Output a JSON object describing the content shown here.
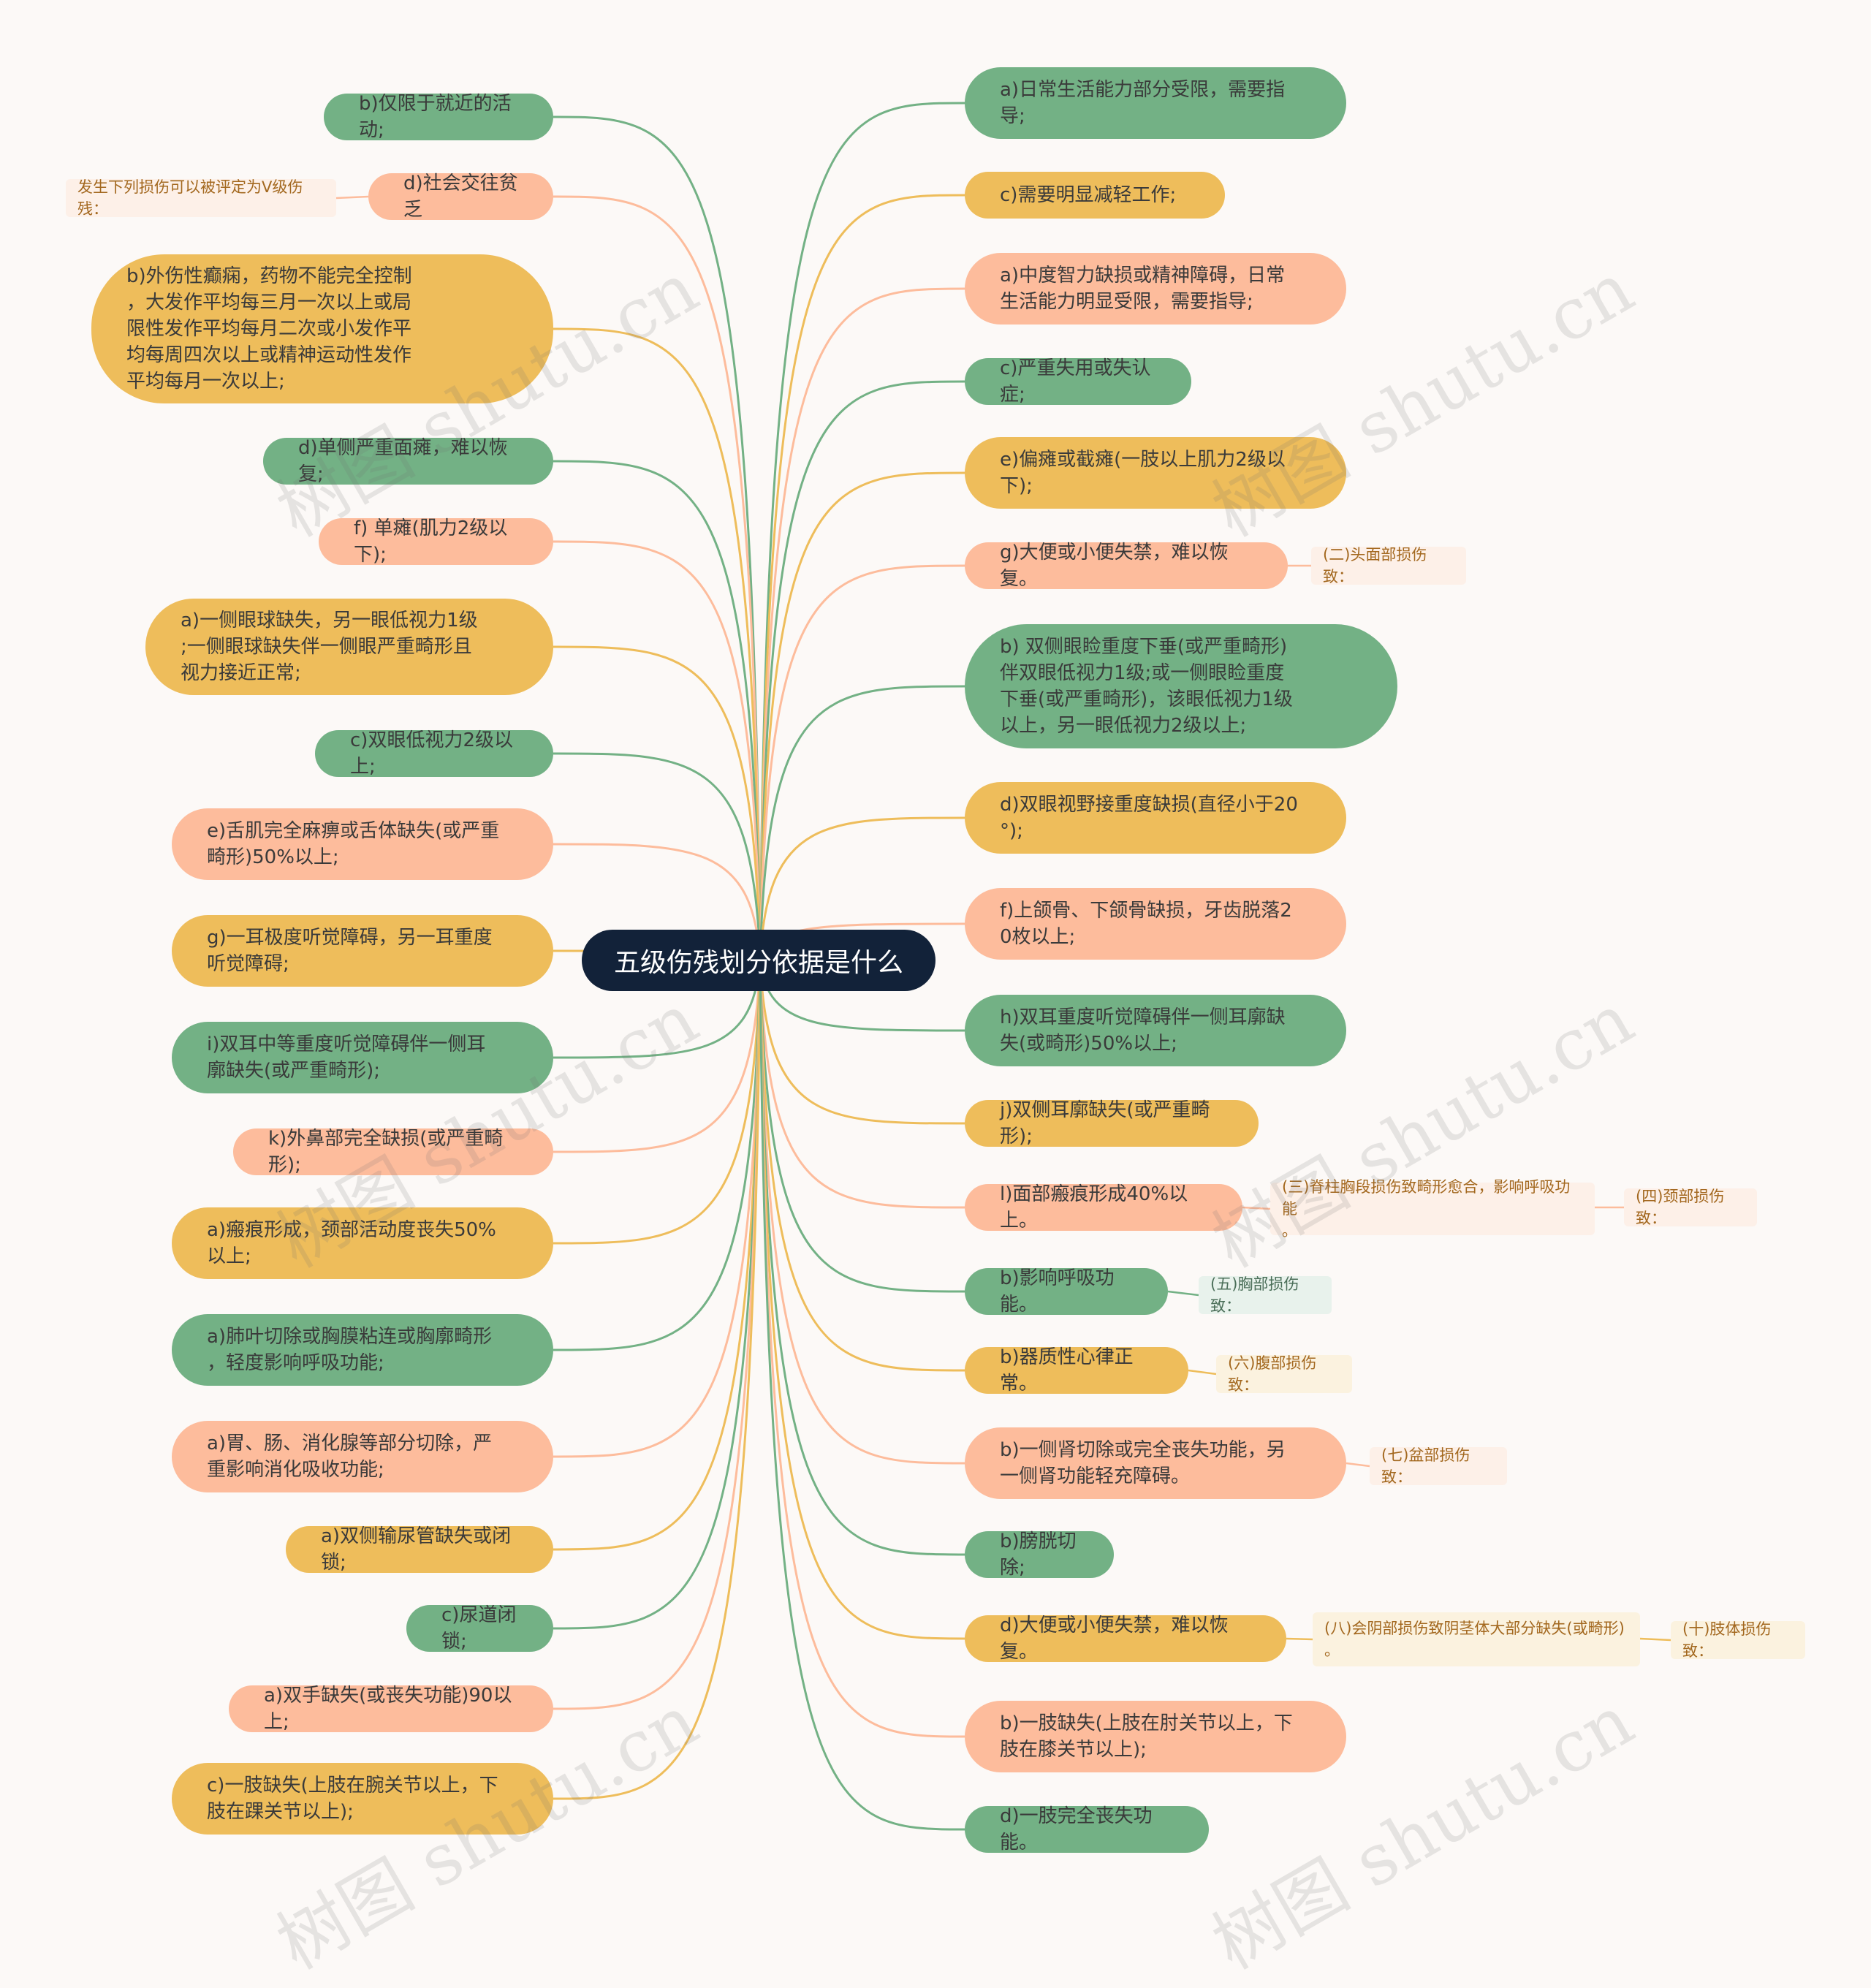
{
  "root": "五级伤残划分依据是什么",
  "left_nodes": [
    {
      "text": "b)仅限于就近的活动;",
      "color": "g"
    },
    {
      "text": "d)社会交往贫乏",
      "color": "p"
    },
    {
      "text": "b)外伤性癫痫，药物不能完全控制\n，大发作平均每三月一次以上或局\n限性发作平均每月二次或小发作平\n均每周四次以上或精神运动性发作\n平均每月一次以上;",
      "color": "y"
    },
    {
      "text": "d)单侧严重面瘫，难以恢复;",
      "color": "g"
    },
    {
      "text": "f) 单瘫(肌力2级以下);",
      "color": "p"
    },
    {
      "text": "a)一侧眼球缺失，另一眼低视力1级\n;一侧眼球缺失伴一侧眼严重畸形且\n视力接近正常;",
      "color": "y"
    },
    {
      "text": "c)双眼低视力2级以上;",
      "color": "g"
    },
    {
      "text": "e)舌肌完全麻痹或舌体缺失(或严重\n畸形)50%以上;",
      "color": "p"
    },
    {
      "text": "g)一耳极度听觉障碍，另一耳重度\n听觉障碍;",
      "color": "y"
    },
    {
      "text": "i)双耳中等重度听觉障碍伴一侧耳\n廓缺失(或严重畸形);",
      "color": "g"
    },
    {
      "text": "k)外鼻部完全缺损(或严重畸形);",
      "color": "p"
    },
    {
      "text": "a)瘢痕形成，颈部活动度丧失50%\n以上;",
      "color": "y"
    },
    {
      "text": "a)肺叶切除或胸膜粘连或胸廓畸形\n，轻度影响呼吸功能;",
      "color": "g"
    },
    {
      "text": "a)胃、肠、消化腺等部分切除，严\n重影响消化吸收功能;",
      "color": "p"
    },
    {
      "text": "a)双侧输尿管缺失或闭锁;",
      "color": "y"
    },
    {
      "text": "c)尿道闭锁;",
      "color": "g"
    },
    {
      "text": "a)双手缺失(或丧失功能)90以上;",
      "color": "p"
    },
    {
      "text": "c)一肢缺失(上肢在腕关节以上，下\n肢在踝关节以上);",
      "color": "y"
    }
  ],
  "left_tags": [
    {
      "text": "发生下列损伤可以被评定为V级伤残：",
      "color": "p"
    }
  ],
  "right_nodes": [
    {
      "text": "a)日常生活能力部分受限，需要指\n导;",
      "color": "g"
    },
    {
      "text": "c)需要明显减轻工作;",
      "color": "y"
    },
    {
      "text": "a)中度智力缺损或精神障碍，日常\n生活能力明显受限，需要指导;",
      "color": "p"
    },
    {
      "text": "c)严重失用或失认症;",
      "color": "g"
    },
    {
      "text": "e)偏瘫或截瘫(一肢以上肌力2级以\n下);",
      "color": "y"
    },
    {
      "text": "g)大便或小便失禁，难以恢复。",
      "color": "p"
    },
    {
      "text": "b) 双侧眼睑重度下垂(或严重畸形)\n伴双眼低视力1级;或一侧眼睑重度\n下垂(或严重畸形)，该眼低视力1级\n以上，另一眼低视力2级以上;",
      "color": "g"
    },
    {
      "text": "d)双眼视野接重度缺损(直径小于20\n°);",
      "color": "y"
    },
    {
      "text": "f)上颌骨、下颌骨缺损，牙齿脱落2\n0枚以上;",
      "color": "p"
    },
    {
      "text": "h)双耳重度听觉障碍伴一侧耳廓缺\n失(或畸形)50%以上;",
      "color": "g"
    },
    {
      "text": "j)双侧耳廓缺失(或严重畸形);",
      "color": "y"
    },
    {
      "text": "l)面部瘢痕形成40%以上。",
      "color": "p"
    },
    {
      "text": "b)影响呼吸功能。",
      "color": "g"
    },
    {
      "text": "b)器质性心律正常。",
      "color": "y"
    },
    {
      "text": "b)一侧肾切除或完全丧失功能，另\n一侧肾功能轻充障碍。",
      "color": "p"
    },
    {
      "text": "b)膀胱切除;",
      "color": "g"
    },
    {
      "text": "d)大便或小便失禁，难以恢复。",
      "color": "y"
    },
    {
      "text": "b)一肢缺失(上肢在肘关节以上，下\n肢在膝关节以上);",
      "color": "p"
    },
    {
      "text": "d)一肢完全丧失功能。",
      "color": "g"
    }
  ],
  "right_tags": [
    {
      "text": "(二)头面部损伤致：",
      "color": "p"
    },
    {
      "text": "(三)脊柱胸段损伤致畸形愈合，影响呼吸功能\n。",
      "color": "p"
    },
    {
      "text": "(四)颈部损伤致：",
      "color": "p"
    },
    {
      "text": "(五)胸部损伤致：",
      "color": "g"
    },
    {
      "text": "(六)腹部损伤致：",
      "color": "y"
    },
    {
      "text": "(七)盆部损伤致：",
      "color": "p"
    },
    {
      "text": "(八)会阴部损伤致阴茎体大部分缺失(或畸形)\n。",
      "color": "y"
    },
    {
      "text": "(十)肢体损伤致：",
      "color": "y"
    }
  ],
  "colors": {
    "g": "#73b185",
    "y": "#eebd5b",
    "p": "#fdbc9c",
    "root": "#122239"
  },
  "watermark": "树图 shutu.cn"
}
